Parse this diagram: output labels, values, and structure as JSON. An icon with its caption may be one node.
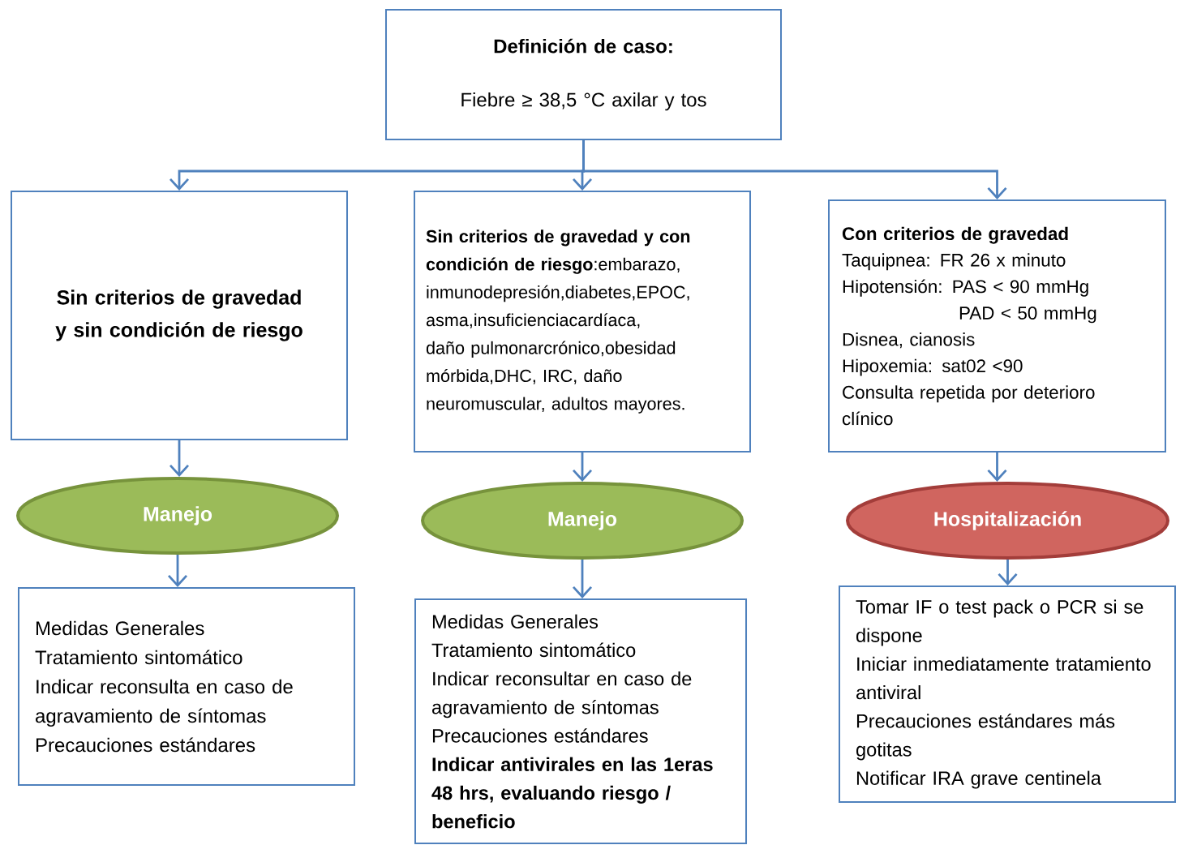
{
  "diagram": {
    "nodes": [
      {
        "text": [
          "Definición de caso:",
          "Fiebre ≥ 38,5 °C axilar y tos"
        ]
      },
      {
        "text": [
          "Sin criterios de gravedad y sin condición de riesgo"
        ]
      },
      {
        "text": [
          "**Sin criterios de gravedad y con condición de riesgo**:embarazo, inmunodepresión,diabetes,EPOC, asma,insuficienciacardíaca, daño pulmonarcrónico,obesidad mórbida,DHC, IRC, daño neuromuscular, adultos mayores."
        ]
      },
      {
        "text": [
          "Con criterios de gravedad",
          "Taquipnea: FR 26 x minuto",
          "Hipotensión: PAS < 90 mmHg",
          "PAD < 50 mmHg",
          "Disnea, cianosis",
          "Hipoxemia: sat02 <90",
          "Consulta repetida por deterioro clínico"
        ]
      },
      {
        "text": [
          "Manejo"
        ]
      },
      {
        "text": [
          "Manejo"
        ]
      },
      {
        "text": [
          "Hospitalización"
        ]
      },
      {
        "text": [
          "Medidas Generales",
          "Tratamiento sintomático",
          "Indicar reconsulta en caso de agravamiento de síntomas",
          "Precauciones estándares"
        ]
      },
      {
        "text": [
          "Medidas Generales",
          "Tratamiento sintomático",
          "Indicar reconsultar en caso de agravamiento de síntomas",
          "Precauciones estándares",
          "Indicar antivirales en las 1eras 48 hrs, evaluando riesgo / beneficio"
        ]
      },
      {
        "text": [
          "Tomar IF o test pack o PCR si se dispone",
          "Iniciar inmediatamente tratamiento antiviral",
          "Precauciones  estándares más gotitas",
          "Notificar IRA grave centinela"
        ]
      }
    ],
    "edges": [
      {
        "from": 0,
        "to": 1,
        "arrow": "to"
      },
      {
        "from": 0,
        "to": 2,
        "arrow": "to"
      },
      {
        "from": 0,
        "to": 3,
        "arrow": "to"
      },
      {
        "from": 1,
        "to": 4,
        "arrow": "to"
      },
      {
        "from": 2,
        "to": 5,
        "arrow": "to"
      },
      {
        "from": 3,
        "to": 6,
        "arrow": "to"
      },
      {
        "from": 4,
        "to": 7,
        "arrow": "to"
      },
      {
        "from": 5,
        "to": 8,
        "arrow": "to"
      },
      {
        "from": 6,
        "to": 9,
        "arrow": "to"
      }
    ]
  }
}
